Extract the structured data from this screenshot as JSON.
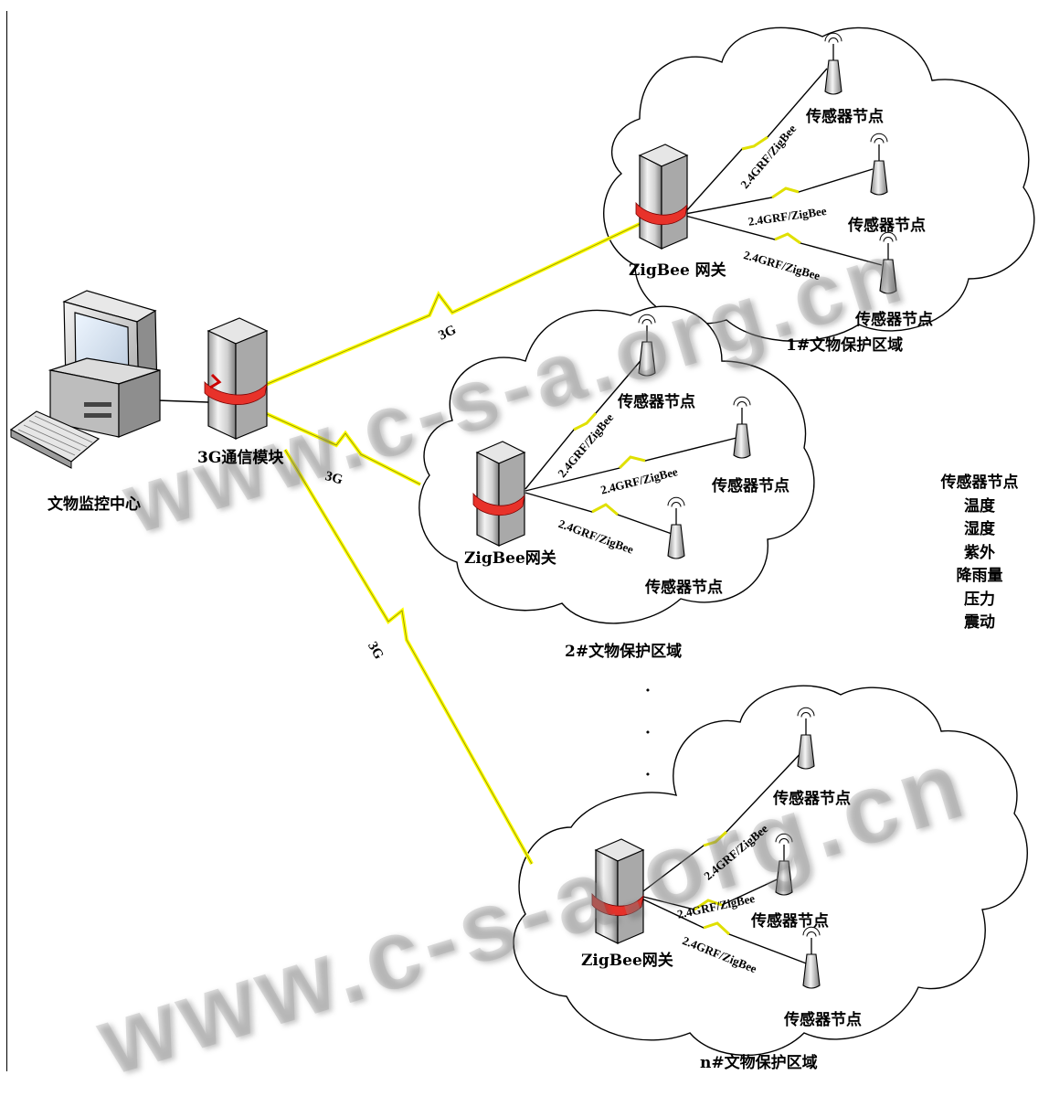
{
  "monitor_center": "文物监控中心",
  "comm_module": "3G通信模块",
  "link_3g": "3G",
  "link_rf": "2.4GRF/ZigBee",
  "zones": [
    {
      "name": "1#文物保护区域",
      "gateway": "ZigBee 网关",
      "sensors": [
        "传感器节点",
        "传感器节点",
        "传感器节点"
      ]
    },
    {
      "name": "2#文物保护区域",
      "gateway": "ZigBee网关",
      "sensors": [
        "传感器节点",
        "传感器节点",
        "传感器节点"
      ]
    },
    {
      "name": "n#文物保护区域",
      "gateway": "ZigBee网关",
      "sensors": [
        "传感器节点",
        "传感器节点",
        "传感器节点"
      ]
    }
  ],
  "legend": {
    "title": "传感器节点",
    "items": [
      "温度",
      "湿度",
      "紫外",
      "降雨量",
      "压力",
      "震动"
    ]
  },
  "watermark": [
    "www.c-s-a.org.cn",
    "www.c-s-a.org.cn"
  ]
}
